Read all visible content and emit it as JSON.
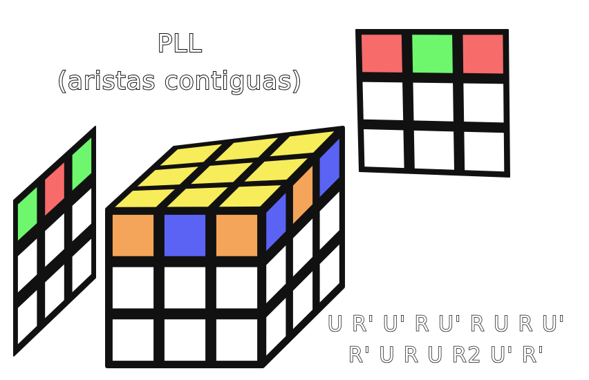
{
  "title": {
    "line1": "PLL",
    "line2": "(aristas contiguas)"
  },
  "algorithm": {
    "line1": "U R' U' R U' R U R U'",
    "line2": "R' U R U R2 U' R'"
  },
  "colors": {
    "yellow": "#f7ec5a",
    "orange": "#f4a559",
    "blue": "#5b63f5",
    "red": "#f76b6b",
    "green": "#6ef76d",
    "white": "#ffffff",
    "border": "#111111"
  },
  "cube": {
    "top": [
      [
        "yellow",
        "yellow",
        "yellow"
      ],
      [
        "yellow",
        "yellow",
        "yellow"
      ],
      [
        "yellow",
        "yellow",
        "yellow"
      ]
    ],
    "front": [
      [
        "orange",
        "blue",
        "orange"
      ],
      [
        "white",
        "white",
        "white"
      ],
      [
        "white",
        "white",
        "white"
      ]
    ],
    "right": [
      [
        "blue",
        "orange",
        "blue"
      ],
      [
        "white",
        "white",
        "white"
      ],
      [
        "white",
        "white",
        "white"
      ]
    ]
  },
  "back_face": [
    [
      "red",
      "green",
      "red"
    ],
    [
      "white",
      "white",
      "white"
    ],
    [
      "white",
      "white",
      "white"
    ]
  ],
  "left_face": [
    [
      "green",
      "red",
      "green"
    ],
    [
      "white",
      "white",
      "white"
    ],
    [
      "white",
      "white",
      "white"
    ]
  ]
}
